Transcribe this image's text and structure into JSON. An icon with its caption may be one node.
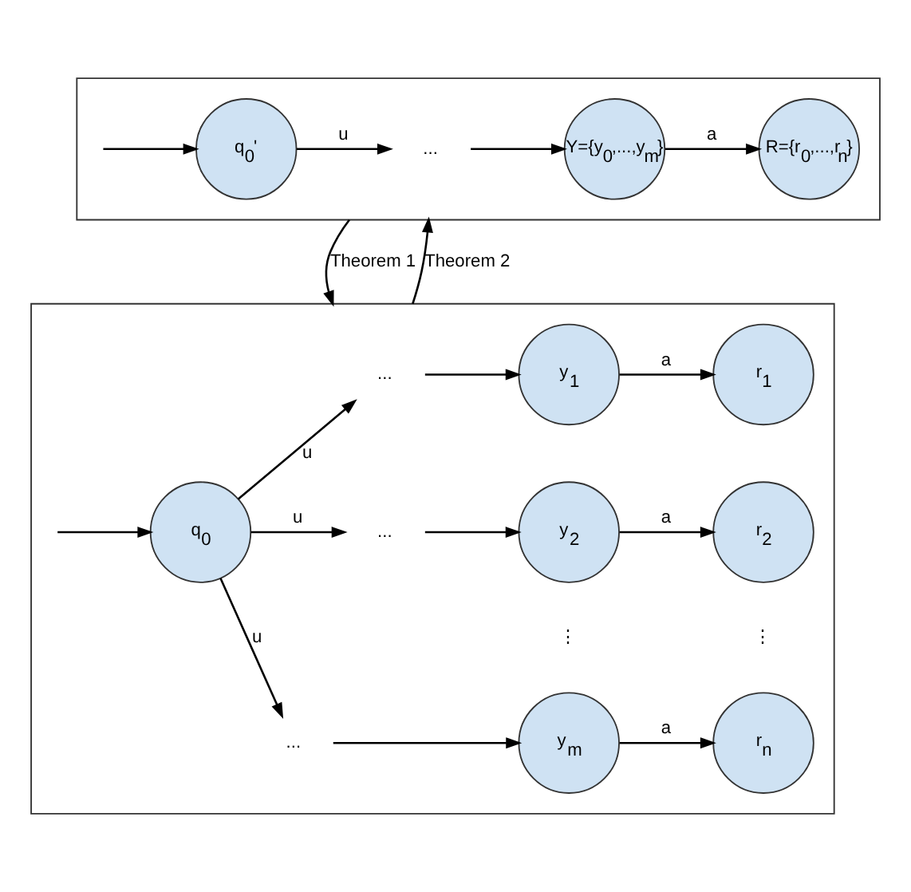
{
  "diagram": {
    "nodes": [
      {
        "text": [],
        "shape": "box"
      },
      {
        "text": [
          "q$_{0}$'"
        ],
        "in": 0
      },
      {
        "text": [
          "..."
        ],
        "in": 0
      },
      {
        "text": [
          "Y={y$_{0}$,...,y$_{m}$}"
        ],
        "in": 0
      },
      {
        "text": [
          "R={r$_{0}$,...,r$_{n}$}"
        ],
        "in": 0
      },
      {
        "text": [],
        "shape": "box"
      },
      {
        "text": [
          "q$_{0}$"
        ],
        "in": 5
      },
      {
        "text": [
          "..."
        ],
        "in": 5
      },
      {
        "text": [
          "..."
        ],
        "in": 5
      },
      {
        "text": [
          "..."
        ],
        "in": 5
      },
      {
        "text": [
          "y$_{1}$"
        ],
        "in": 5
      },
      {
        "text": [
          "r$_{1}$"
        ],
        "in": 5
      },
      {
        "text": [
          "y$_{2}$"
        ],
        "in": 5
      },
      {
        "text": [
          "r$_{2}$"
        ],
        "in": 5
      },
      {
        "text": [
          "y$_{m}$"
        ],
        "in": 5
      },
      {
        "text": [
          "r$_{n}$"
        ],
        "in": 5
      }
    ],
    "edges": [
      {
        "from": null,
        "to": 1,
        "arrow": "to"
      },
      {
        "from": 1,
        "to": 2,
        "arrow": "to",
        "label": "u"
      },
      {
        "from": 2,
        "to": 3,
        "arrow": "to"
      },
      {
        "from": 3,
        "to": 4,
        "arrow": "to",
        "label": "a"
      },
      {
        "from": 0,
        "to": 5,
        "arrow": "to",
        "label": "Theorem 1"
      },
      {
        "from": 5,
        "to": 0,
        "arrow": "to",
        "label": "Theorem 2"
      },
      {
        "from": null,
        "to": 6,
        "arrow": "to"
      },
      {
        "from": 6,
        "to": 7,
        "arrow": "to",
        "label": "u"
      },
      {
        "from": 6,
        "to": 8,
        "arrow": "to",
        "label": "u"
      },
      {
        "from": 6,
        "to": 9,
        "arrow": "to",
        "label": "u"
      },
      {
        "from": 7,
        "to": 10,
        "arrow": "to"
      },
      {
        "from": 8,
        "to": 12,
        "arrow": "to"
      },
      {
        "from": 9,
        "to": 14,
        "arrow": "to"
      },
      {
        "from": 10,
        "to": 11,
        "arrow": "to",
        "label": "a"
      },
      {
        "from": 12,
        "to": 13,
        "arrow": "to",
        "label": "a"
      },
      {
        "from": 14,
        "to": 15,
        "arrow": "to",
        "label": "a"
      }
    ],
    "labels": [
      "⋮",
      "⋮"
    ]
  }
}
